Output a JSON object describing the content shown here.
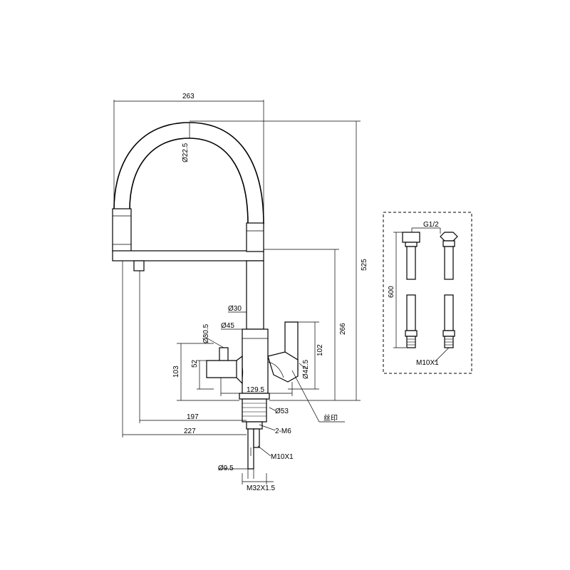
{
  "dimensions": {
    "overall_width": "263",
    "spout_diameter": "Ø22.5",
    "overall_height": "525",
    "body_height": "266",
    "neck_diameter": "Ø30",
    "body_diameter": "Ø45",
    "handle_diameter": "Ø30.5",
    "handle_height": "52",
    "lever_height": "103",
    "right_handle_height": "102",
    "right_handle_diameter": "Ø42.5",
    "width_129": "129.5",
    "base_diameter": "Ø53",
    "reach_197": "197",
    "reach_227": "227",
    "bolts": "2-M6",
    "thread_m10": "M10X1",
    "pipe_diameter": "Ø9.5",
    "thread_m32": "M32X1.5",
    "silk_print": "丝印"
  },
  "hose_detail": {
    "fitting_label": "G1/2",
    "hose_length": "600",
    "end_thread": "M10X1"
  }
}
